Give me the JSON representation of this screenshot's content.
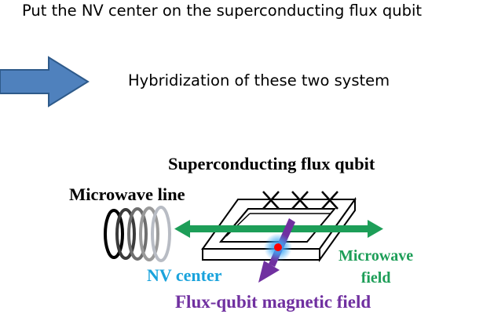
{
  "slide": {
    "title": "Put the NV center on the superconducting flux qubit",
    "subtitle": "Hybridization of these two system"
  },
  "diagram": {
    "labels": {
      "superconducting": "Superconducting flux qubit",
      "microwave_line": "Microwave line",
      "nv_center": "NV center",
      "microwave_field_line1": "Microwave",
      "microwave_field_line2": "field",
      "flux_field": "Flux-qubit magnetic field"
    },
    "colors": {
      "arrow_fill": "#4f81bd",
      "arrow_stroke": "#2e5a8a",
      "nv_label": "#1aa3dc",
      "nv_glow": "#3fa9f5",
      "nv_dot": "#ff0000",
      "microwave_arrow": "#1d9e58",
      "flux_arrow": "#7030a0",
      "loop_stroke": "#000000"
    },
    "icons": {
      "right_arrow": "right-arrow-icon",
      "coil": "microwave-coil-icon"
    }
  }
}
